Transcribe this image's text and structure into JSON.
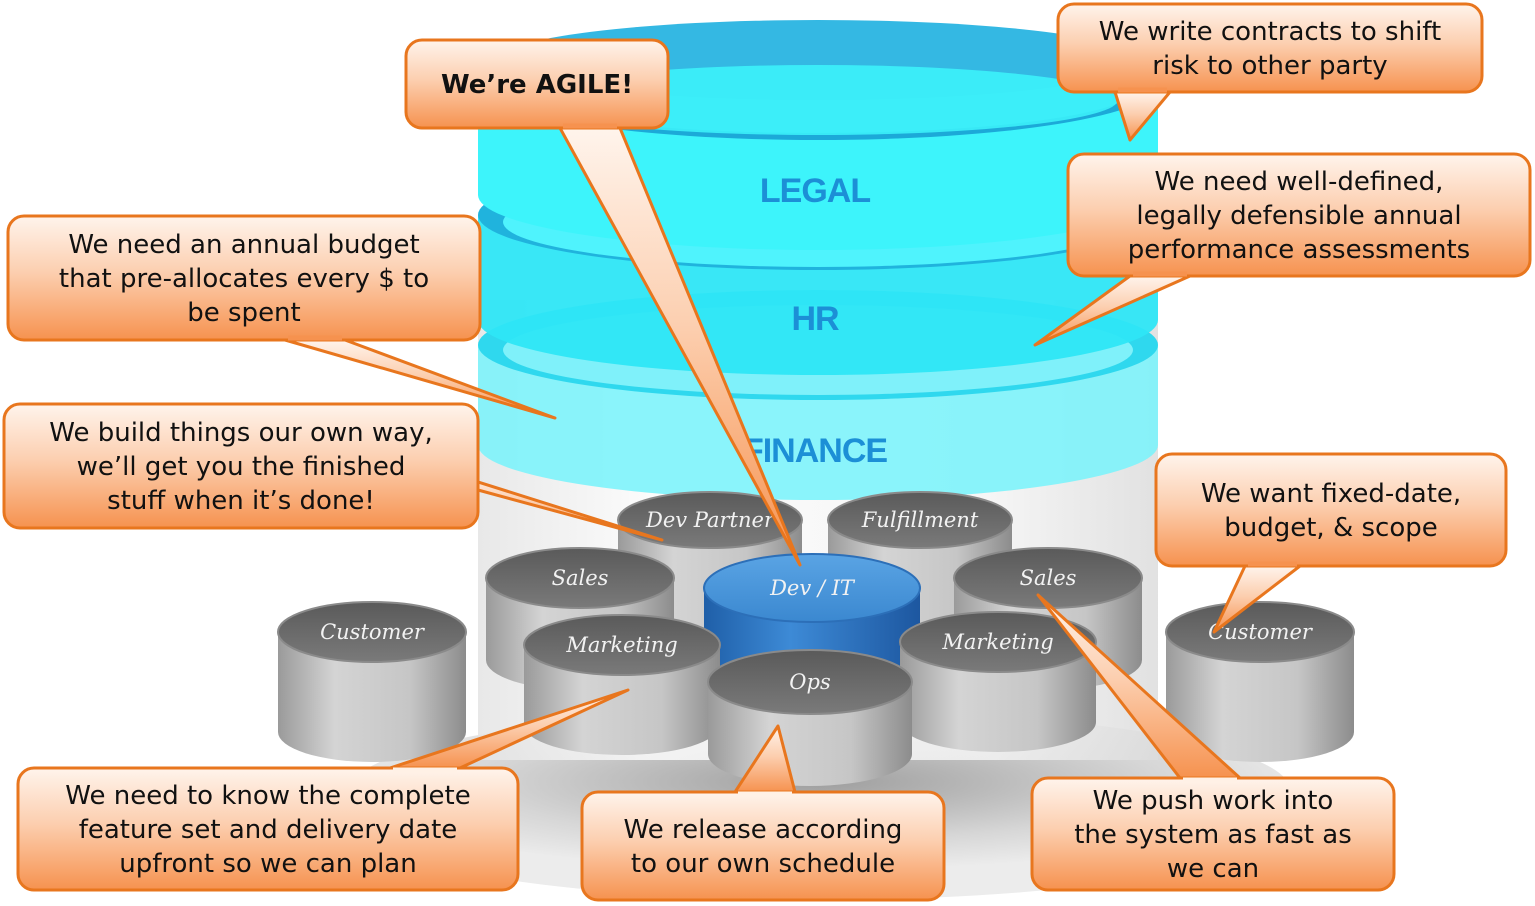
{
  "colors": {
    "bubble_fill_top": "#fff3ea",
    "bubble_fill_bottom": "#f79a5e",
    "bubble_stroke": "#e8761e",
    "ring_dark": "#1aa6d6",
    "ring_light": "#39f4ff",
    "dept_label": "#1c8fd6",
    "cylinder_top": "#686868",
    "cylinder_body": "#bfbfbf",
    "devit_top": "#3f8fd3",
    "devit_body": "#2f78c4"
  },
  "departments": {
    "legal": "LEGAL",
    "hr": "HR",
    "finance": "FINANCE"
  },
  "cylinders": {
    "dev_partner": "Dev Partner",
    "fulfillment": "Fulfillment",
    "sales_left": "Sales",
    "dev_it": "Dev / IT",
    "sales_right": "Sales",
    "customer_left": "Customer",
    "customer_right": "Customer",
    "marketing_left": "Marketing",
    "marketing_right": "Marketing",
    "ops": "Ops"
  },
  "bubbles": {
    "agile": [
      "We’re AGILE!"
    ],
    "legal": [
      "We write contracts to shift",
      "risk to other party"
    ],
    "hr": [
      "We need well-defined,",
      "legally defensible annual",
      "performance assessments"
    ],
    "finance": [
      "We need an annual budget",
      "that pre-allocates every $ to",
      "be spent"
    ],
    "dev_partner": [
      "We build things our own way,",
      "we’ll get you the finished",
      "stuff when it’s done!"
    ],
    "customer": [
      "We want fixed-date,",
      "budget, & scope"
    ],
    "marketing": [
      "We need to know the complete",
      "feature set and delivery date",
      "upfront so we can plan"
    ],
    "ops": [
      "We release according",
      "to our own schedule"
    ],
    "sales": [
      "We push work into",
      "the system as fast as",
      "we can"
    ]
  }
}
